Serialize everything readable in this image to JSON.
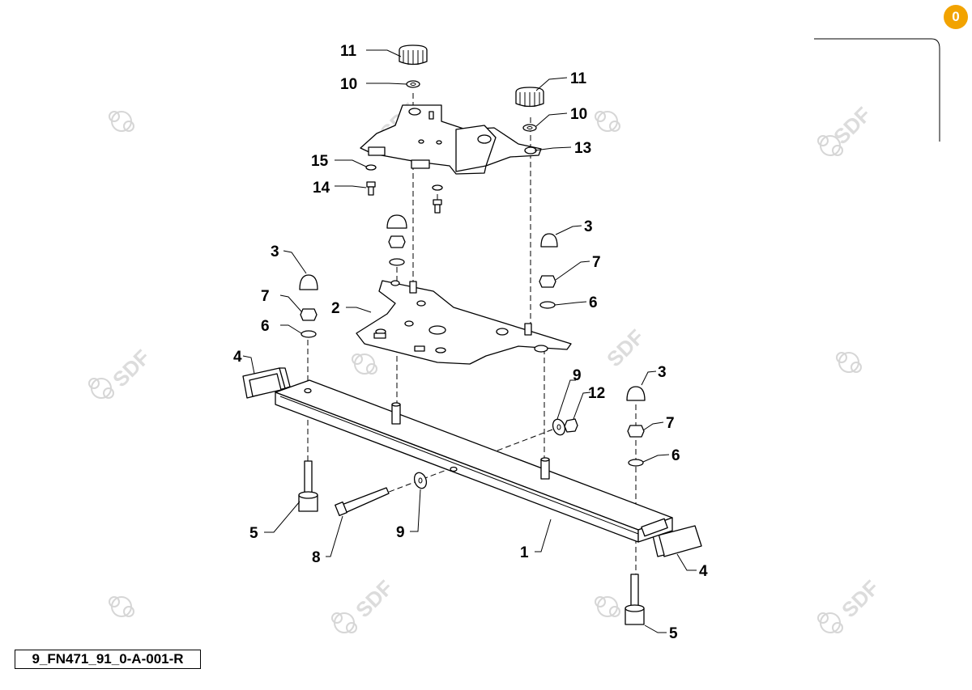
{
  "diagram": {
    "drawing_code": "9_FN471_91_0-A-001-R",
    "page_badge": "0",
    "watermark_text": "SDF",
    "callouts": [
      "11",
      "10",
      "11",
      "10",
      "13",
      "15",
      "14",
      "3",
      "7",
      "6",
      "2",
      "3",
      "7",
      "6",
      "4",
      "9",
      "12",
      "3",
      "7",
      "6",
      "5",
      "8",
      "9",
      "1",
      "4",
      "5"
    ],
    "colors": {
      "badge": "#f2a300",
      "watermark": "#d6d6d6",
      "ink": "#000000"
    }
  }
}
